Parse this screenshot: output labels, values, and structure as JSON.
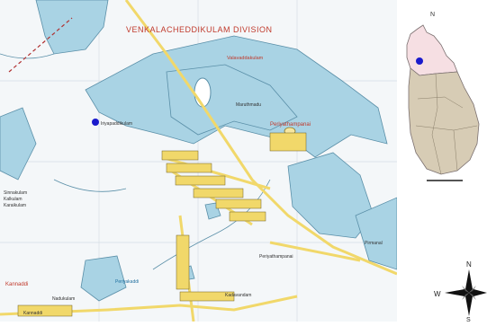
{
  "map": {
    "division_label": "VENKALACHEDDIKULAM  DIVISION",
    "place_labels": {
      "valavaddakulam": "Valavaddakulam",
      "maruthmadu": "Maruthmadu",
      "periyathampanai": "Periyathampanai",
      "periyathampanai_village": "Periyathampanai",
      "iriyapaddikulam": "Iriyapaddikulam",
      "kannaddi": "Kannaddi",
      "kannaddi_south": "Kannaddi",
      "nadukulam": "Nadukulam",
      "kadavandam": "Kadavandam",
      "periyakaddi": "Periyakaddi",
      "sinnakulam_left_1": "Sinnakulam",
      "sinnakulam_left_2": "Kalkulam",
      "sinnakulam_left_3": "Karaikulam",
      "pirmanal": "Pirmanal"
    },
    "colors": {
      "water": "#a9d3e4",
      "road": "#f1d86a",
      "road_edge": "#8a7a2a",
      "label_red": "#c0392b"
    }
  },
  "inset": {
    "north_label": "N",
    "colors": {
      "north": "#f6dfe3",
      "district": "#d7ccb5"
    }
  },
  "compass": {
    "north": "N",
    "south": "S",
    "west": "W"
  }
}
